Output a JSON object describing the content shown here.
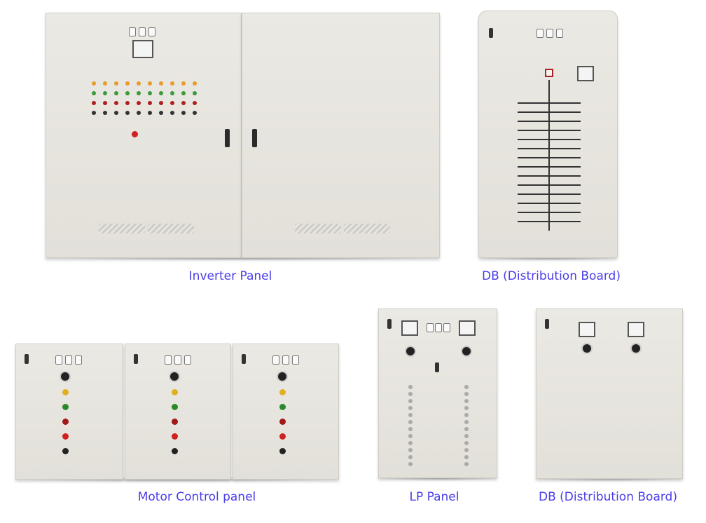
{
  "captions": {
    "inverter_panel": "Inverter Panel",
    "db_top": "DB (Distribution Board)",
    "motor_control": "Motor Control panel",
    "lp_panel": "LP Panel",
    "db_bottom": "DB (Distribution Board)"
  },
  "colors": {
    "caption": "#4a3ee8"
  }
}
